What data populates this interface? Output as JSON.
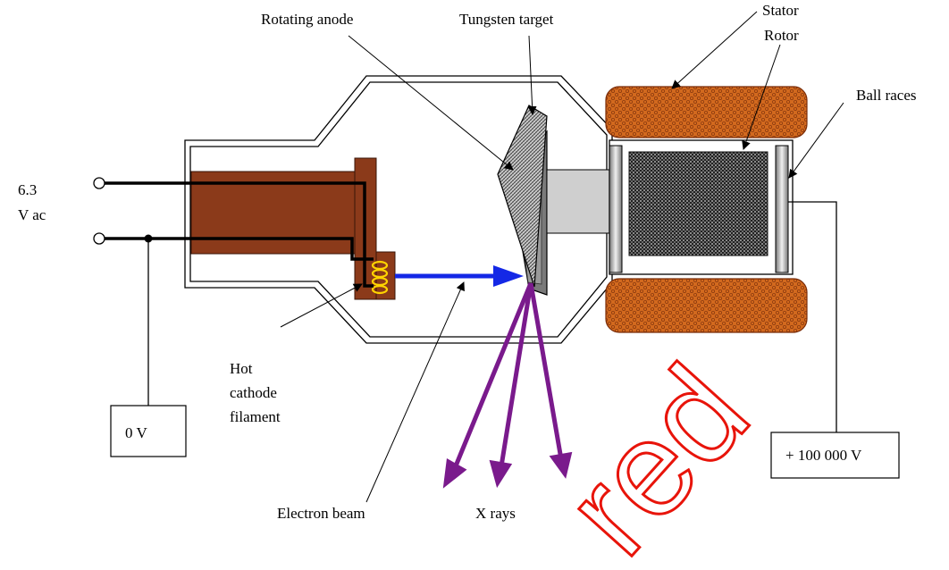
{
  "labels": {
    "rotating_anode": "Rotating anode",
    "tungsten_target": "Tungsten target",
    "stator": "Stator",
    "rotor": "Rotor",
    "ball_races": "Ball races",
    "supply_voltage_line1": "6.3",
    "supply_voltage_line2": "V ac",
    "zero_volt": "0 V",
    "high_voltage": "+ 100 000 V",
    "hot_cathode_line1": "Hot",
    "hot_cathode_line2": "cathode",
    "hot_cathode_line3": "filament",
    "electron_beam": "Electron beam",
    "x_rays": "X rays"
  },
  "watermark": "red",
  "colors": {
    "cathode_brown": "#8b3a1a",
    "stator_orange": "#d2691e",
    "electron_beam_blue": "#1428e6",
    "xray_purple": "#7a1a8c",
    "filament_yellow": "#ffd400",
    "watermark_red": "#e8140a"
  }
}
